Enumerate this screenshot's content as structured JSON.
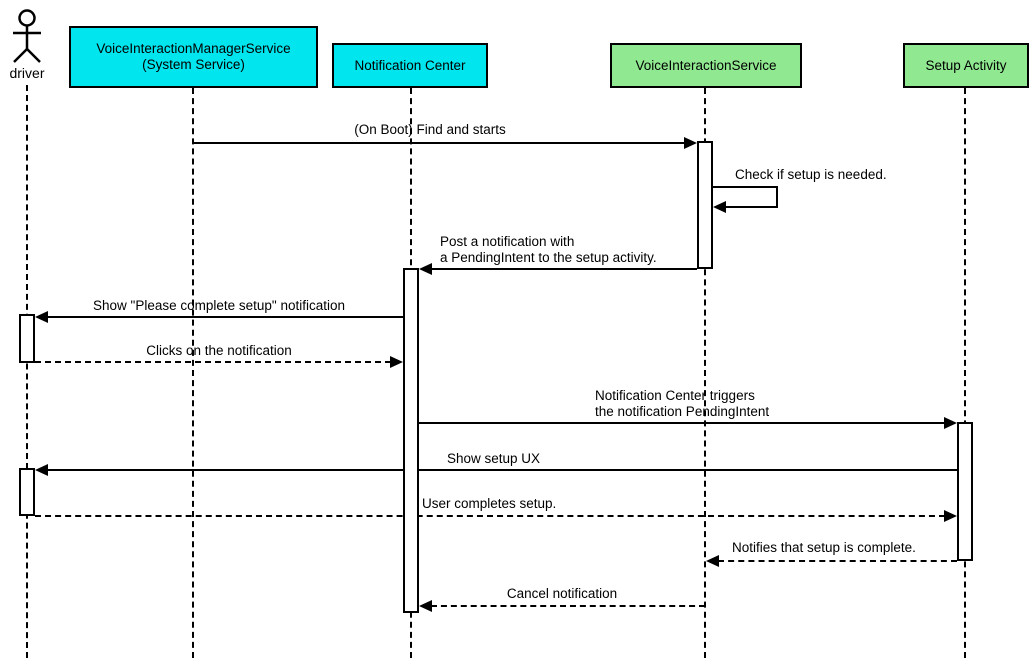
{
  "diagram": {
    "type": "uml-sequence",
    "colors": {
      "system_participant_fill": "#00e5ee",
      "app_participant_fill": "#90e890",
      "line": "#000000",
      "background": "#ffffff"
    },
    "actors": [
      {
        "label": "driver",
        "kind": "actor"
      },
      {
        "label": "VoiceInteractionManagerService",
        "label2": "(System Service)",
        "kind": "participant",
        "fill": "#00e5ee"
      },
      {
        "label": "Notification Center",
        "kind": "participant",
        "fill": "#00e5ee"
      },
      {
        "label": "VoiceInteractionService",
        "kind": "participant",
        "fill": "#90e890"
      },
      {
        "label": "Setup Activity",
        "kind": "participant",
        "fill": "#90e890"
      }
    ],
    "messages": [
      {
        "n": 1,
        "label": "(On Boot) Find and starts",
        "from": "VoiceInteractionManagerService",
        "to": "VoiceInteractionService",
        "line": "solid"
      },
      {
        "n": 2,
        "label": "Check if setup is needed.",
        "from": "VoiceInteractionService",
        "to": "VoiceInteractionService",
        "line": "solid-self"
      },
      {
        "n": 3,
        "label": "Post a notification with",
        "label2": "a PendingIntent to the setup activity.",
        "from": "VoiceInteractionService",
        "to": "Notification Center",
        "line": "solid"
      },
      {
        "n": 4,
        "label": "Show \"Please complete setup\" notification",
        "from": "Notification Center",
        "to": "driver",
        "line": "solid"
      },
      {
        "n": 5,
        "label": "Clicks on the notification",
        "from": "driver",
        "to": "Notification Center",
        "line": "dashed"
      },
      {
        "n": 6,
        "label": "Notification Center triggers",
        "label2": "the notification PendingIntent",
        "from": "Notification Center",
        "to": "Setup Activity",
        "line": "solid"
      },
      {
        "n": 7,
        "label": "Show setup UX",
        "from": "Setup Activity",
        "to": "driver",
        "line": "solid"
      },
      {
        "n": 8,
        "label": "User completes setup.",
        "from": "driver",
        "to": "Setup Activity",
        "line": "dashed"
      },
      {
        "n": 9,
        "label": "Notifies that setup is complete.",
        "from": "Setup Activity",
        "to": "VoiceInteractionService",
        "line": "dashed"
      },
      {
        "n": 10,
        "label": "Cancel notification",
        "from": "VoiceInteractionService",
        "to": "Notification Center",
        "line": "dashed"
      }
    ]
  }
}
